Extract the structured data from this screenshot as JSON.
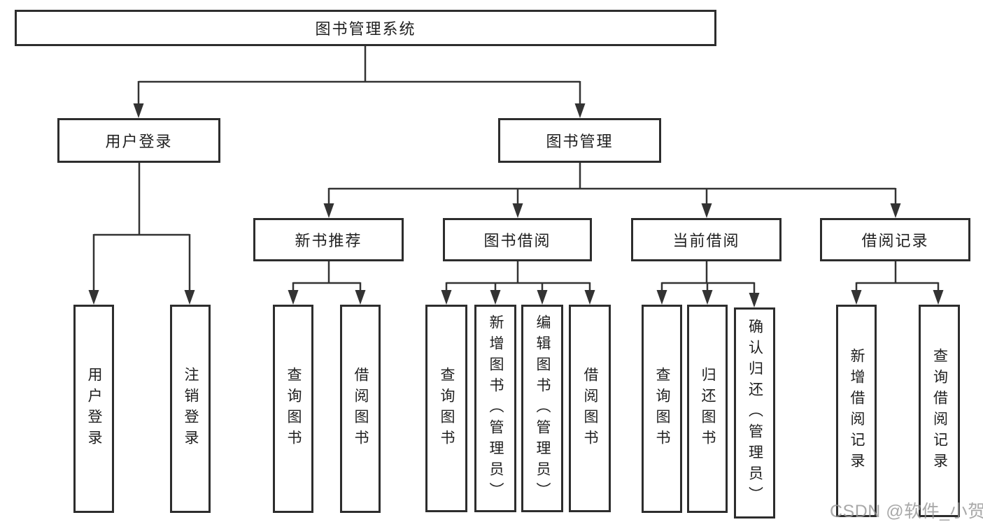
{
  "root": {
    "label": "图书管理系统"
  },
  "user_login": {
    "label": "用户登录",
    "children": [
      {
        "label": "用户登录"
      },
      {
        "label": "注销登录"
      }
    ]
  },
  "book_management": {
    "label": "图书管理",
    "modules": [
      {
        "label": "新书推荐",
        "children": [
          {
            "label": "查询图书"
          },
          {
            "label": "借阅图书"
          }
        ]
      },
      {
        "label": "图书借阅",
        "children": [
          {
            "label": "查询图书"
          },
          {
            "label": "新增图书（管理员）"
          },
          {
            "label": "编辑图书（管理员）"
          },
          {
            "label": "借阅图书"
          }
        ]
      },
      {
        "label": "当前借阅",
        "children": [
          {
            "label": "查询图书"
          },
          {
            "label": "归还图书"
          },
          {
            "label": "确认归还（管理员）"
          }
        ]
      },
      {
        "label": "借阅记录",
        "children": [
          {
            "label": "新增借阅记录"
          },
          {
            "label": "查询借阅记录"
          }
        ]
      }
    ]
  },
  "watermark": {
    "text": "CSDN @软件_小贺同学"
  },
  "colors": {
    "line": "#333333",
    "box_border": "#2d2d2d",
    "text": "#1f1f1f",
    "watermark": "#969696",
    "background": "#ffffff"
  }
}
